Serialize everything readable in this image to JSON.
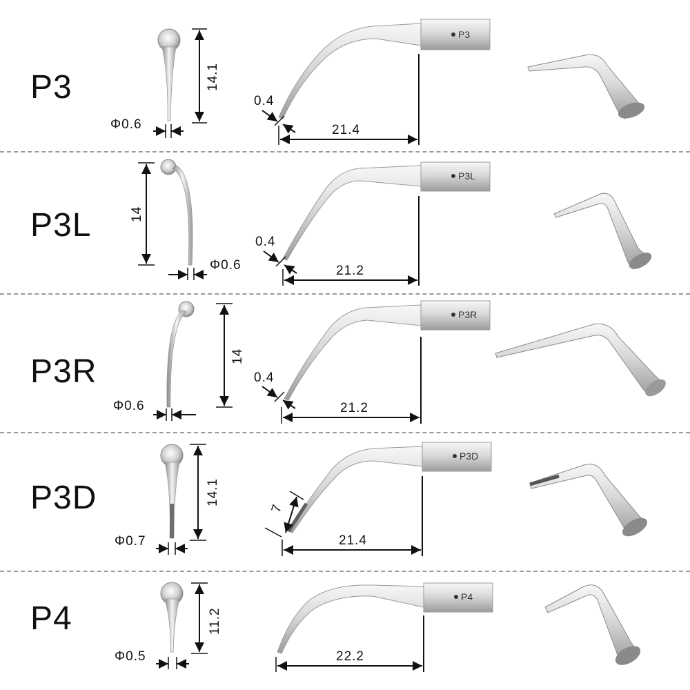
{
  "rows": [
    {
      "name": "P3",
      "front_diameter": "Φ0.6",
      "front_length": "14.1",
      "side_thickness": "0.4",
      "side_length": "21.4",
      "handle_label": "P3"
    },
    {
      "name": "P3L",
      "front_diameter": "Φ0.6",
      "front_length": "14",
      "side_thickness": "0.4",
      "side_length": "21.2",
      "handle_label": "P3L"
    },
    {
      "name": "P3R",
      "front_diameter": "Φ0.6",
      "front_length": "14",
      "side_thickness": "0.4",
      "side_length": "21.2",
      "handle_label": "P3R"
    },
    {
      "name": "P3D",
      "front_diameter": "Φ0.7",
      "front_length": "14.1",
      "side_thickness": "7",
      "side_length": "21.4",
      "handle_label": "P3D"
    },
    {
      "name": "P4",
      "front_diameter": "Φ0.5",
      "front_length": "11.2",
      "side_thickness": "",
      "side_length": "22.2",
      "handle_label": "P4"
    }
  ],
  "colors": {
    "metal_light": "#f2f2f2",
    "metal_mid": "#c9c9c9",
    "metal_dark": "#7d7d7d",
    "dimension_line": "#111111",
    "divider": "#9a9a9a"
  }
}
